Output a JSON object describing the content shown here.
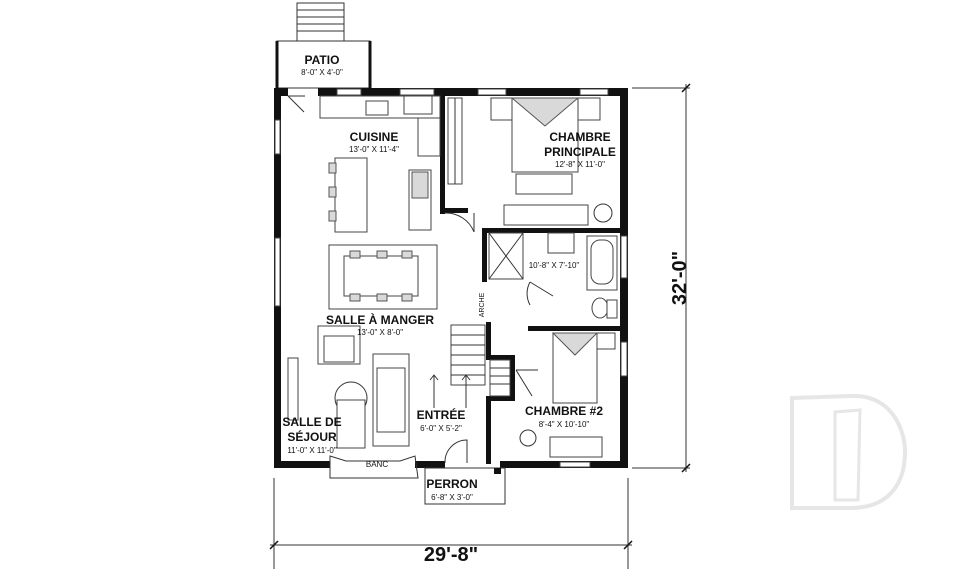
{
  "rooms": {
    "patio": {
      "name": "PATIO",
      "size": "8'-0\" X 4'-0\""
    },
    "cuisine": {
      "name": "CUISINE",
      "size": "13'-0\" X 11'-4\""
    },
    "chambre_principale": {
      "name_line1": "CHAMBRE",
      "name_line2": "PRINCIPALE",
      "size": "12'-8\" X 11'-0\""
    },
    "salle_de_bain": {
      "size": "10'-8\" X 7'-10\""
    },
    "salle_a_manger": {
      "name": "SALLE À MANGER",
      "size": "13'-0\" X 8'-0\""
    },
    "salle_de_sejour": {
      "name_line1": "SALLE DE",
      "name_line2": "SÉJOUR",
      "size": "11'-0\" X 11'-0\""
    },
    "entree": {
      "name": "ENTRÉE",
      "size": "6'-0\" X 5'-2\""
    },
    "chambre_2": {
      "name": "CHAMBRE #2",
      "size": "8'-4\" X 10'-10\""
    },
    "perron": {
      "name": "PERRON",
      "size": "6'-8\" X 3'-0\""
    }
  },
  "labels": {
    "banc": "BANC",
    "arche": "ARCHE"
  },
  "dimensions": {
    "width": "29'-8\"",
    "depth": "32'-0\""
  },
  "colors": {
    "wall": "#111111",
    "furniture_fill": "#d9d9d9",
    "logo": "#e6e6e6"
  }
}
